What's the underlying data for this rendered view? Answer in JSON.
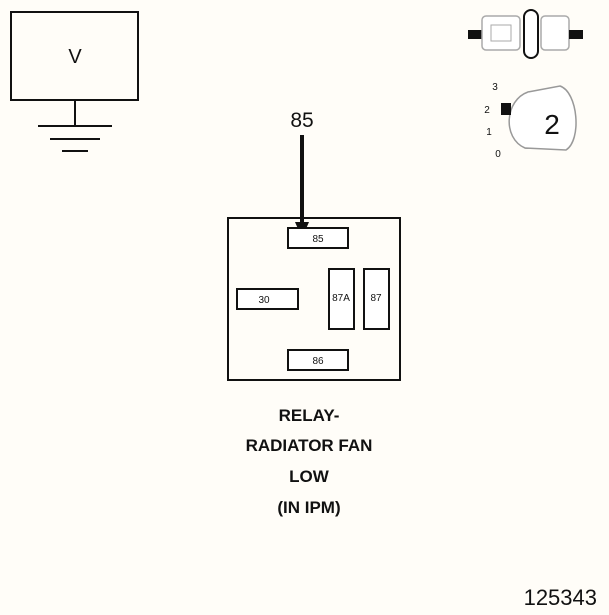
{
  "voltmeter": {
    "label": "V"
  },
  "probe": {
    "pin_label": "85"
  },
  "relay": {
    "pins": {
      "p85": "85",
      "p30": "30",
      "p87a": "87A",
      "p87": "87",
      "p86": "86"
    },
    "title_lines": [
      "RELAY-",
      "RADIATOR FAN",
      "LOW",
      "(IN IPM)"
    ]
  },
  "ignition": {
    "positions": [
      "3",
      "2",
      "1",
      "0"
    ],
    "key_position": "2"
  },
  "figure_number": "125343",
  "colors": {
    "line": "#111111",
    "background": "#fffdf8"
  }
}
